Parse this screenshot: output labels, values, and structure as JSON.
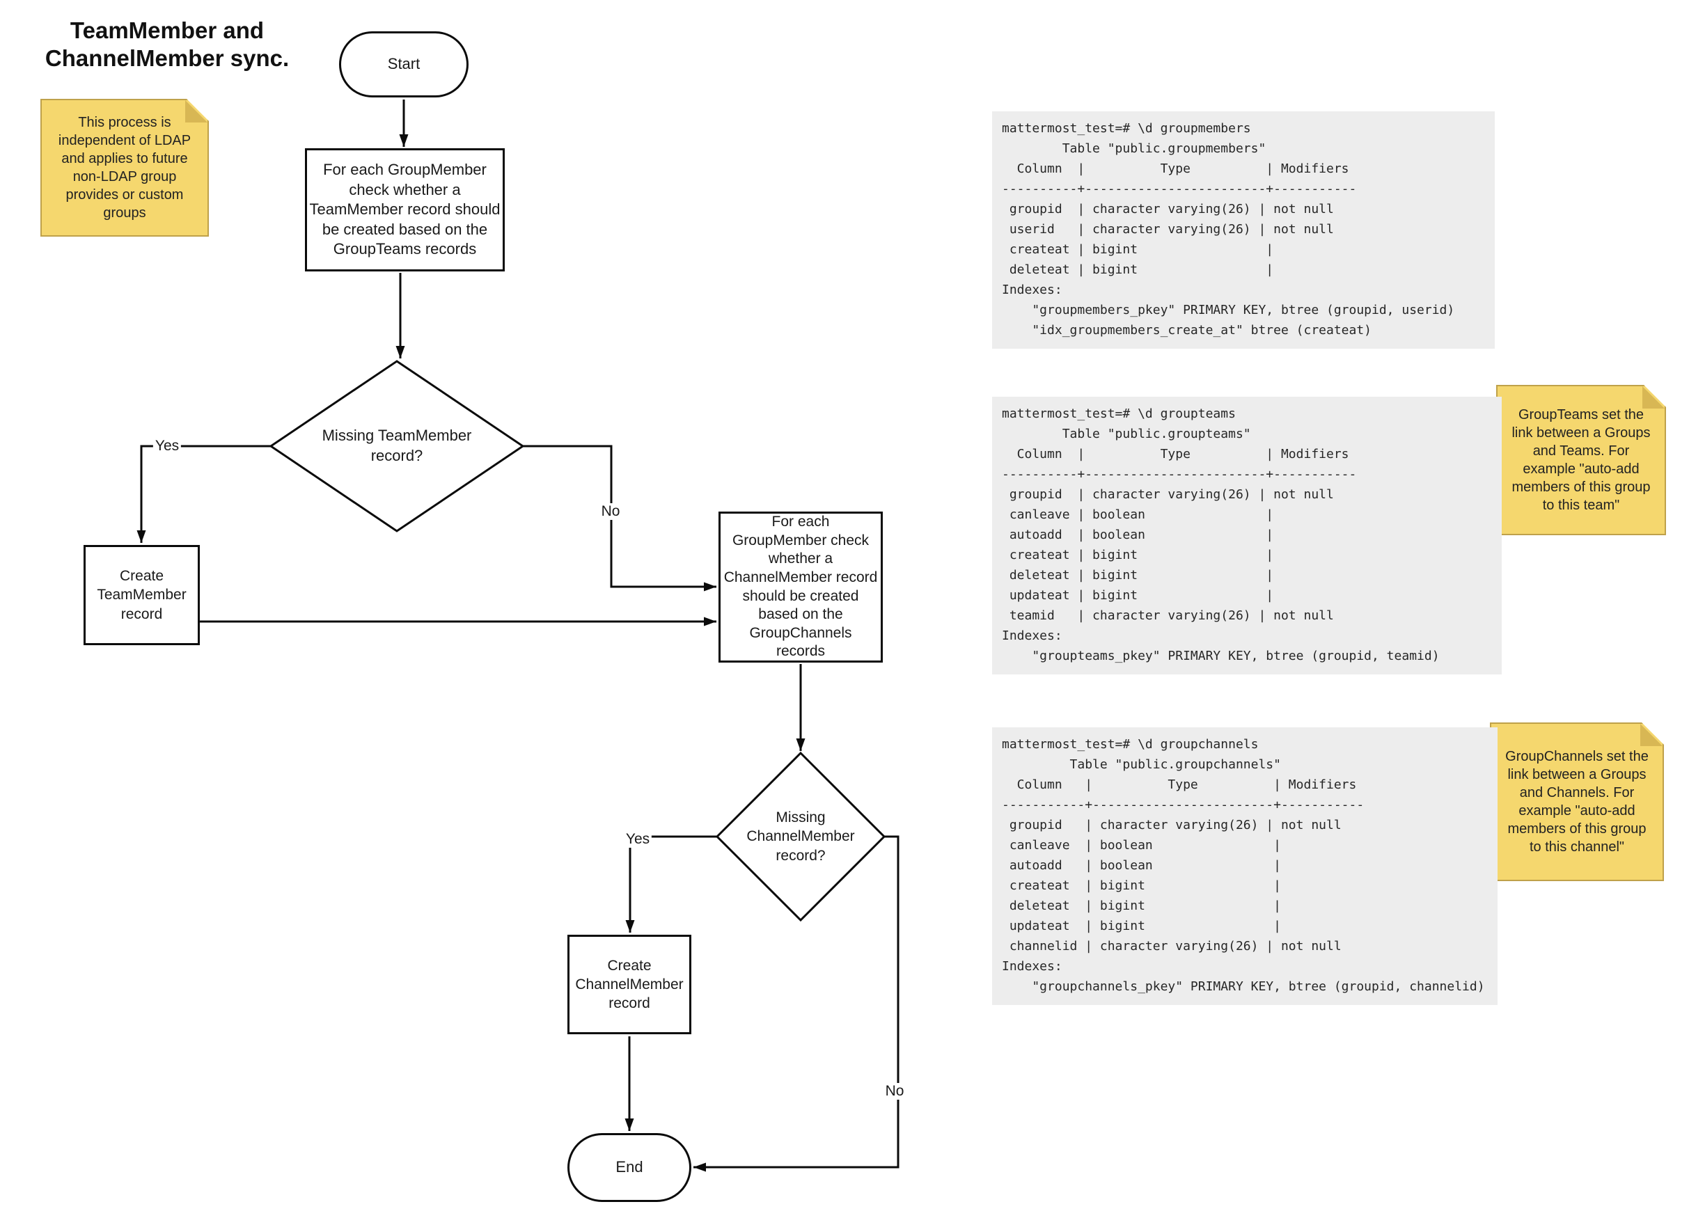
{
  "title": "TeamMember and\nChannelMember sync.",
  "flowchart": {
    "start_label": "Start",
    "process_check_team": "For each GroupMember\ncheck whether a\nTeamMember record should\nbe created based on the\nGroupTeams records",
    "decision_team": "Missing TeamMember\nrecord?",
    "create_team": "Create\nTeamMember\nrecord",
    "process_check_channel": "For each\nGroupMember check\nwhether a\nChannelMember record\nshould be created\nbased on the\nGroupChannels\nrecords",
    "decision_channel": "Missing\nChannelMember\nrecord?",
    "create_channel": "Create\nChannelMember\nrecord",
    "end_label": "End",
    "labels": {
      "yes_team": "Yes",
      "no_team": "No",
      "yes_channel": "Yes",
      "no_channel": "No"
    }
  },
  "notes": [
    {
      "text": "This process is\nindependent of LDAP\nand applies to future\nnon-LDAP group\nprovides or custom\ngroups"
    },
    {
      "text": "GroupTeams set the\nlink between a Groups\nand Teams. For\nexample \"auto-add\nmembers of this group\nto this team\""
    },
    {
      "text": "GroupChannels set the\nlink between a Groups\nand Channels. For\nexample \"auto-add\nmembers of this group\nto this channel\""
    }
  ],
  "terminal_blocks": [
    {
      "table": "groupmembers",
      "lines": [
        "mattermost_test=# \\d groupmembers",
        "        Table \"public.groupmembers\"",
        "  Column  |          Type          | Modifiers",
        "----------+------------------------+-----------",
        " groupid  | character varying(26) | not null",
        " userid   | character varying(26) | not null",
        " createat | bigint                 |",
        " deleteat | bigint                 |",
        "Indexes:",
        "    \"groupmembers_pkey\" PRIMARY KEY, btree (groupid, userid)",
        "    \"idx_groupmembers_create_at\" btree (createat)"
      ]
    },
    {
      "table": "groupteams",
      "lines": [
        "mattermost_test=# \\d groupteams",
        "        Table \"public.groupteams\"",
        "  Column  |          Type          | Modifiers",
        "----------+------------------------+-----------",
        " groupid  | character varying(26) | not null",
        " canleave | boolean                |",
        " autoadd  | boolean                |",
        " createat | bigint                 |",
        " deleteat | bigint                 |",
        " updateat | bigint                 |",
        " teamid   | character varying(26) | not null",
        "Indexes:",
        "    \"groupteams_pkey\" PRIMARY KEY, btree (groupid, teamid)"
      ]
    },
    {
      "table": "groupchannels",
      "lines": [
        "mattermost_test=# \\d groupchannels",
        "         Table \"public.groupchannels\"",
        "  Column   |          Type          | Modifiers",
        "-----------+------------------------+-----------",
        " groupid   | character varying(26) | not null",
        " canleave  | boolean                |",
        " autoadd   | boolean                |",
        " createat  | bigint                 |",
        " deleteat  | bigint                 |",
        " updateat  | bigint                 |",
        " channelid | character varying(26) | not null",
        "Indexes:",
        "    \"groupchannels_pkey\" PRIMARY KEY, btree (groupid, channelid)"
      ]
    }
  ],
  "colors": {
    "note_fill": "#F5D76E",
    "note_border": "#BFA14A",
    "note_fold": "#D8B754",
    "terminal_bg": "#EDEDED",
    "line": "#0B0B0B"
  }
}
